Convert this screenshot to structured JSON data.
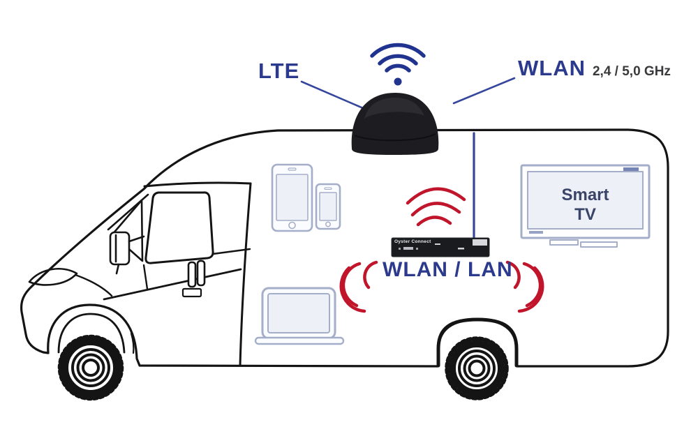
{
  "labels": {
    "lte": "LTE",
    "wlan": "WLAN",
    "wlan_freq": "2,4 / 5,0 GHz",
    "wlan_lan": "WLAN / LAN",
    "smart_tv_line1": "Smart",
    "smart_tv_line2": "TV",
    "router": "Oyster Connect"
  },
  "icons": {
    "roof_signal": "wifi-signal-icon",
    "roof_antenna": "dome-antenna",
    "router_device": "router-box",
    "indoor_signal": "red-radio-waves",
    "tablet": "tablet-icon",
    "smartphone": "smartphone-icon",
    "laptop": "laptop-icon",
    "tv": "smart-tv-icon",
    "vehicle": "motorhome-outline"
  },
  "colors": {
    "blue_text": "#2b3a8c",
    "blue_line": "#35479c",
    "wifi_icon_blue": "#20338f",
    "red_signal": "#c0152a",
    "vehicle_outline": "#141414",
    "device_outline": "#a5aec9",
    "device_screen_fill": "#eef0f8",
    "device_body_fill": "#fbfcff",
    "tv_text": "#3a4468",
    "freq_text": "#3a3a3c",
    "antenna_fill": "#1d1d21",
    "router_fill": "#1a1b1e"
  }
}
